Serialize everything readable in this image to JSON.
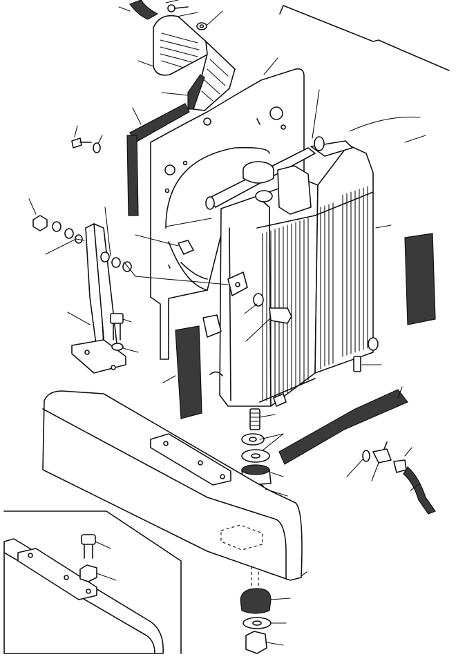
{
  "diagram": {
    "kind": "exploded parts diagram",
    "parts": [
      "mesh-guard",
      "fan-shroud-plate",
      "fan-opening",
      "radiator-core",
      "radiator-cap",
      "reserve-tank",
      "side-support-bracket",
      "foam-seal-left",
      "foam-seal-top-left",
      "foam-seal-right",
      "foam-seal-bottom",
      "foam-seal-front-lower",
      "upper-hose",
      "drain-hose",
      "drain-cock",
      "mounting-stud",
      "rubber-mount-upper",
      "rubber-mount-lower",
      "washer",
      "nut",
      "bolt",
      "spacer-collar",
      "frame-base",
      "inset-frame-detail"
    ]
  }
}
